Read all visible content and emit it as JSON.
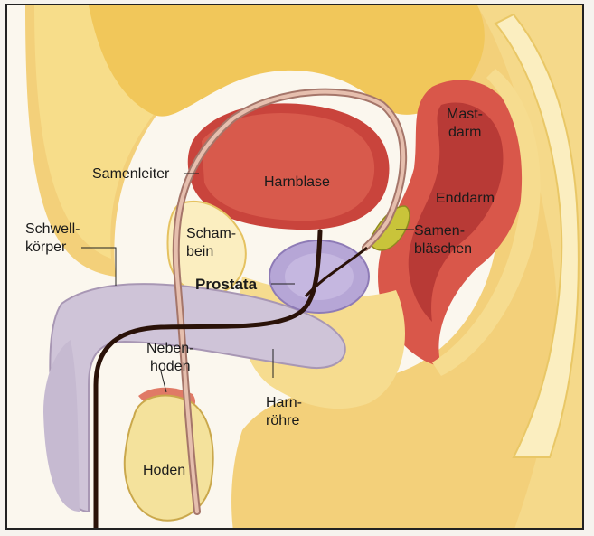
{
  "labels": {
    "mastdarm_1": "Mast-",
    "mastdarm_2": "darm",
    "samenleiter": "Samenleiter",
    "harnblase": "Harnblase",
    "enddarm": "Enddarm",
    "schwell_1": "Schwell-",
    "schwell_2": "körper",
    "scham_1": "Scham-",
    "scham_2": "bein",
    "samen_1": "Samen-",
    "samen_2": "bläschen",
    "prostata": "Prostata",
    "neben_1": "Neben-",
    "neben_2": "hoden",
    "harn_1": "Harn-",
    "harn_2": "röhre",
    "hoden": "Hoden"
  },
  "colors": {
    "skin": "#f3d07a",
    "skin_light": "#f8e49a",
    "bone": "#fbeec0",
    "muscle": "#c9443c",
    "muscle_dark": "#9e2a2a",
    "flesh": "#e7a089",
    "shaft": "#cfc4d8",
    "prostate": "#b6a6d6",
    "duct": "#5a2a18",
    "vesicle": "#c9c43a",
    "testis": "#f4e29c"
  }
}
